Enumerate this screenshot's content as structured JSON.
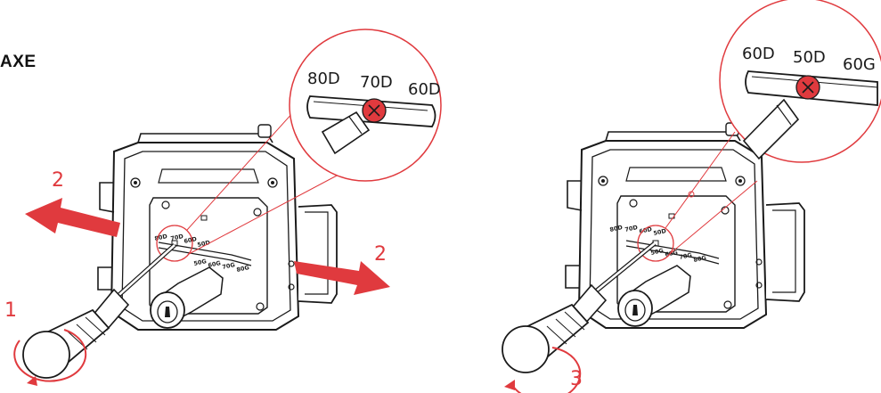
{
  "header": {
    "title": "AXE"
  },
  "colors": {
    "accent": "#e03a3e",
    "line": "#1a1a1a",
    "fill": "#ffffff"
  },
  "left_panel": {
    "step_labels": {
      "push": "2",
      "push_right": "2",
      "turn": "1"
    },
    "zoom": {
      "pos_1": "80D",
      "pos_2": "70D",
      "pos_3": "60D"
    },
    "plate_scale": {
      "d80": "80D",
      "d70": "70D",
      "d60": "60D",
      "d50": "50D",
      "g50": "50G",
      "g60": "60G",
      "g70": "70G",
      "g80": "80G"
    }
  },
  "right_panel": {
    "step_labels": {
      "turn": "3"
    },
    "zoom": {
      "pos_1": "60D",
      "pos_2": "50D",
      "pos_3": "60G"
    },
    "plate_scale": {
      "d80": "80D",
      "d70": "70D",
      "d60": "60D",
      "d50": "50D",
      "g50": "50G",
      "g60": "60G",
      "g70": "70G",
      "g80": "80G"
    }
  },
  "icons": {
    "fixing_screw": "screw-icon",
    "cylinder": "lock-cylinder-icon",
    "screwdriver": "screwdriver-icon"
  }
}
